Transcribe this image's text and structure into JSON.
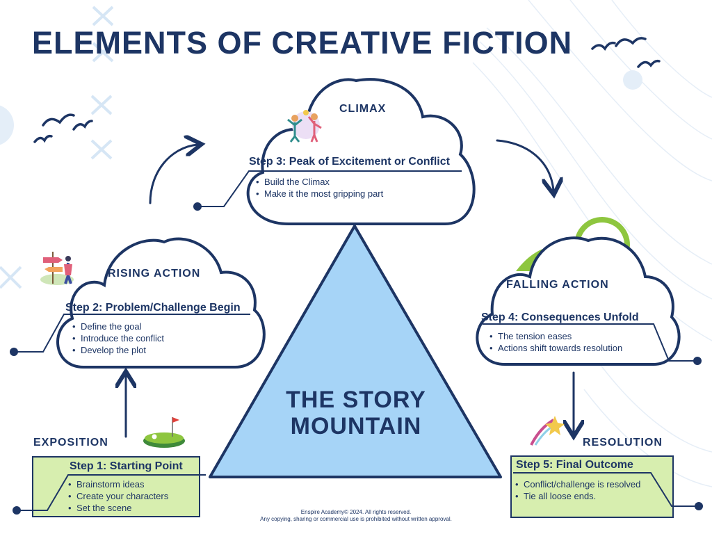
{
  "title": "ELEMENTS OF CREATIVE FICTION",
  "mountain_label": {
    "line1": "THE STORY",
    "line2": "MOUNTAIN"
  },
  "colors": {
    "navy": "#1d3564",
    "mountain": "#a6d4f7",
    "box_green": "#d7eeaf",
    "sun_green": "#8ec63f"
  },
  "stages": {
    "climax": {
      "label": "CLIMAX",
      "step": "Step 3: Peak of Excitement or Conflict",
      "bullets": [
        "Build the Climax",
        "Make it the most gripping part"
      ],
      "icon": "people-celebrating-icon"
    },
    "rising": {
      "label": "RISING ACTION",
      "step": "Step 2: Problem/Challenge Begin",
      "bullets": [
        "Define the goal",
        "Introduce the conflict",
        "Develop the plot"
      ],
      "icon": "signpost-person-icon"
    },
    "falling": {
      "label": "FALLING ACTION",
      "step": "Step 4: Consequences Unfold",
      "bullets": [
        "The tension eases",
        "Actions shift towards resolution"
      ],
      "icon": "sun-hill-icon"
    },
    "exposition": {
      "label": "EXPOSITION",
      "step": "Step 1: Starting Point",
      "bullets": [
        "Brainstorm ideas",
        "Create your characters",
        "Set the scene"
      ],
      "icon": "golf-green-icon"
    },
    "resolution": {
      "label": "RESOLUTION",
      "step": "Step 5: Final Outcome",
      "bullets": [
        "Conflict/challenge is resolved",
        "Tie all loose ends."
      ],
      "icon": "shooting-star-icon"
    }
  },
  "footer": {
    "line1": "Enspire Academy© 2024. All rights reserved.",
    "line2": "Any copying, sharing or commercial use is prohibited without written approval."
  }
}
